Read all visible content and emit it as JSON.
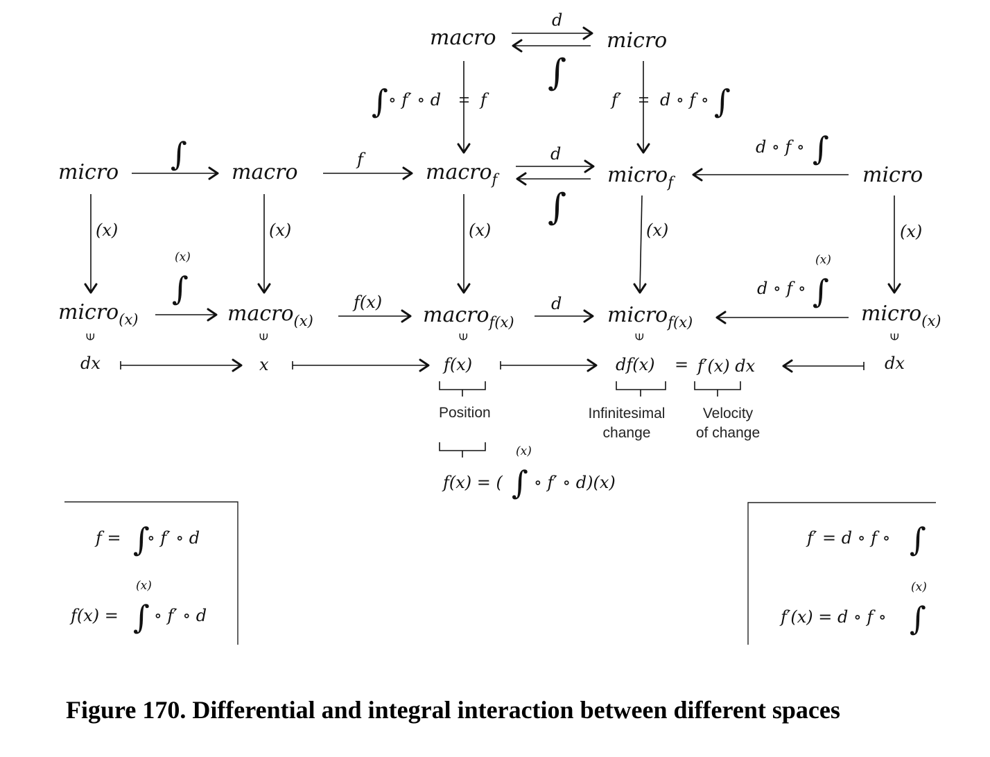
{
  "nodes": {
    "top_macro": "macro",
    "top_micro": "micro",
    "row1_micro_left": "micro",
    "row1_macro": "macro",
    "row1_macro_f": {
      "base": "macro",
      "sub": "f"
    },
    "row1_micro_f": {
      "base": "micro",
      "sub": "f"
    },
    "row1_micro_right": "micro",
    "row2_micro_left": {
      "base": "micro",
      "sub": "(x)"
    },
    "row2_macro": {
      "base": "macro",
      "sub": "(x)"
    },
    "row2_macro_fx": {
      "base": "macro",
      "sub": "f(x)"
    },
    "row2_micro_fx": {
      "base": "micro",
      "sub": "f(x)"
    },
    "row2_micro_right": {
      "base": "micro",
      "sub": "(x)"
    },
    "row3_dx_left": "dx",
    "row3_x": "x",
    "row3_fx": "f(x)",
    "row3_dfx": "df(x)",
    "row3_eq": "=",
    "row3_fprime_dx": "f′(x) dx",
    "row3_dx_right": "dx"
  },
  "arrow_labels": {
    "top_d": "d",
    "top_integral": "∫",
    "top_left_vertical_left": "∘ f′ ∘ d",
    "top_left_vertical_right": "f",
    "top_right_vertical_left": "f′",
    "top_right_vertical_right": "d ∘ f ∘",
    "row1_integral": "∫",
    "row1_f": "f",
    "row1_d": "d",
    "row1_integral_back": "∫",
    "row1_right": "d ∘ f ∘",
    "vertical_x": "(x)",
    "row2_integral_sup": "(x)",
    "row2_fx": "f(x)",
    "row2_d": "d",
    "row2_right": "d ∘ f ∘",
    "row2_right_sup": "(x)",
    "element_of": "∈"
  },
  "annotations": {
    "position": "Position",
    "infinitesimal_line1": "Infinitesimal",
    "infinitesimal_line2": "change",
    "velocity_line1": "Velocity",
    "velocity_line2": "of change",
    "formula_lhs": "f(x) = (",
    "formula_rhs": "∘ f′ ∘ d)(x)",
    "formula_sup": "(x)"
  },
  "left_box": {
    "eq1_lhs": "f =",
    "eq1_rhs": "∘ f′ ∘ d",
    "eq2_lhs": "f(x) =",
    "eq2_rhs": "∘ f′ ∘ d",
    "eq2_sup": "(x)"
  },
  "right_box": {
    "eq1_lhs": "f′ = d  ∘ f ∘",
    "eq2_lhs": "f′(x) = d  ∘ f ∘",
    "eq2_sup": "(x)"
  },
  "integral_symbol": "∫",
  "caption": "Figure 170.  Differential and integral interaction between different spaces"
}
